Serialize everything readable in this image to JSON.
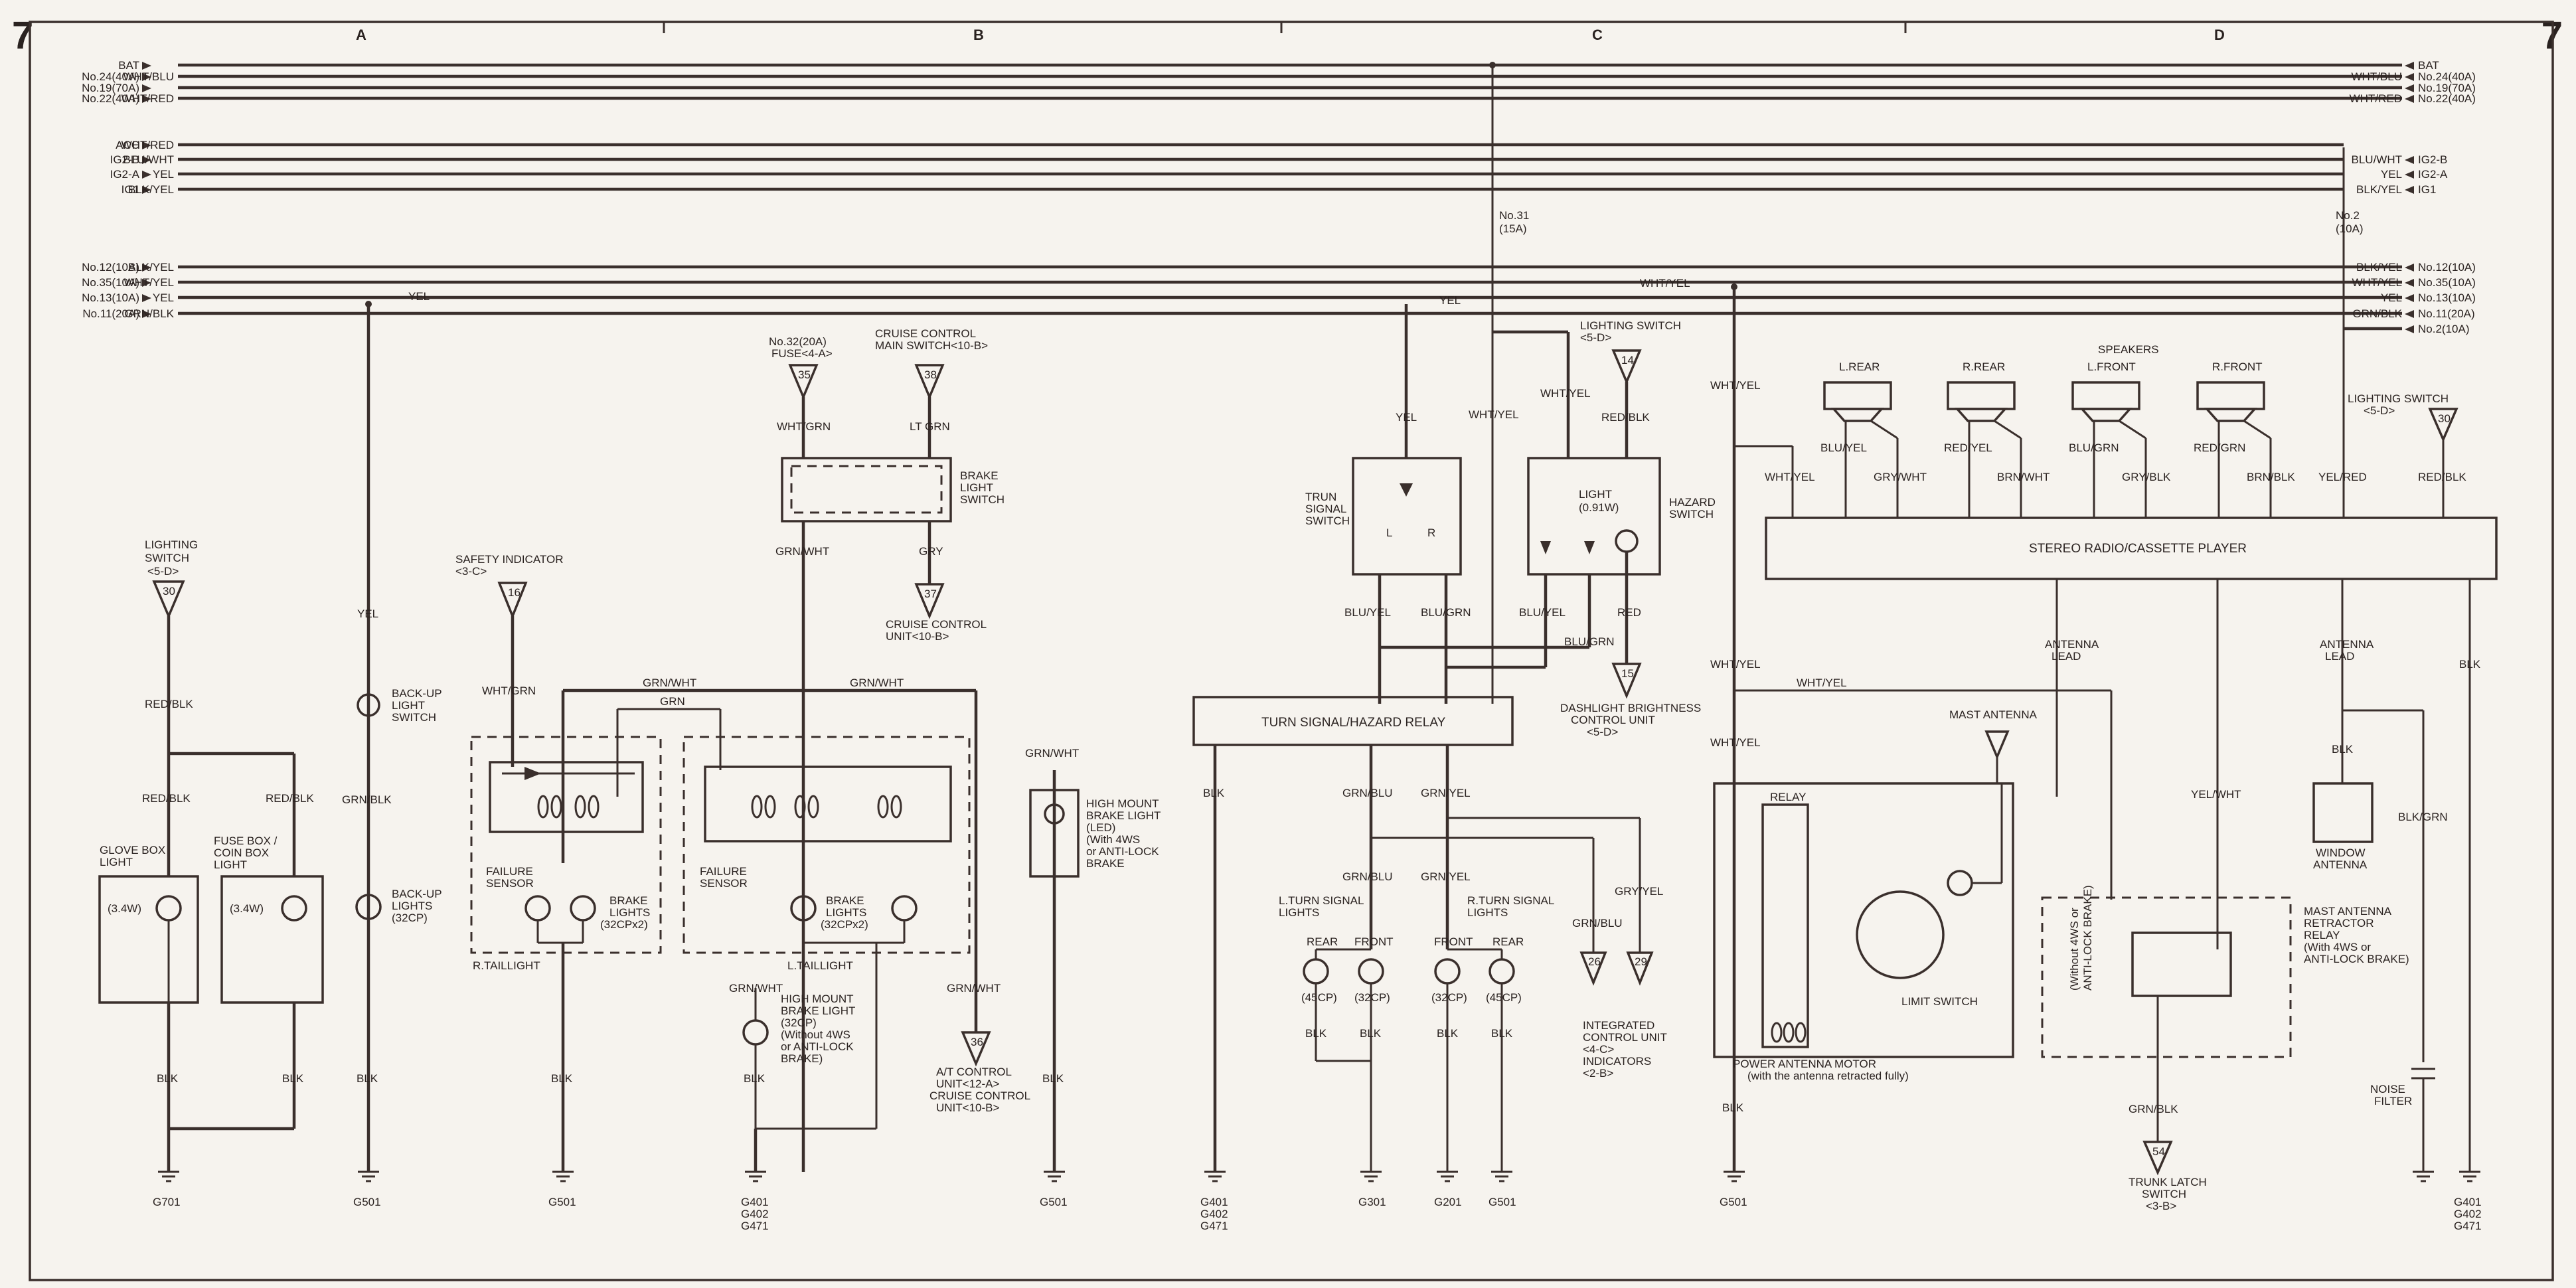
{
  "page_number": "7",
  "zones": [
    "A",
    "B",
    "C",
    "D"
  ],
  "bus_left": [
    {
      "label": "BAT",
      "color": ""
    },
    {
      "label": "No.24(40A)",
      "color": "WHT/BLU"
    },
    {
      "label": "No.19(70A)",
      "color": ""
    },
    {
      "label": "No.22(40A)",
      "color": "WHT/RED"
    },
    {
      "label": "ACC",
      "color": "WHT/RED"
    },
    {
      "label": "IG2-B",
      "color": "BLU/WHT"
    },
    {
      "label": "IG2-A",
      "color": "YEL"
    },
    {
      "label": "IG1",
      "color": "BLK/YEL"
    },
    {
      "label": "No.12(10A)",
      "color": "BLK/YEL"
    },
    {
      "label": "No.35(10A)",
      "color": "WHT/YEL"
    },
    {
      "label": "No.13(10A)",
      "color": "YEL"
    },
    {
      "label": "No.11(20A)",
      "color": "GRN/BLK"
    }
  ],
  "bus_right": [
    {
      "label": "BAT",
      "color": ""
    },
    {
      "label": "No.24(40A)",
      "color": "WHT/BLU"
    },
    {
      "label": "No.19(70A)",
      "color": ""
    },
    {
      "label": "No.22(40A)",
      "color": "WHT/RED"
    },
    {
      "label": "IG2-B",
      "color": "BLU/WHT"
    },
    {
      "label": "IG2-A",
      "color": "YEL"
    },
    {
      "label": "IG1",
      "color": "BLK/YEL"
    },
    {
      "label": "No.12(10A)",
      "color": "BLK/YEL"
    },
    {
      "label": "No.35(10A)",
      "color": "WHT/YEL"
    },
    {
      "label": "No.13(10A)",
      "color": "YEL"
    },
    {
      "label": "No.11(20A)",
      "color": "GRN/BLK"
    },
    {
      "label": "No.2(10A)",
      "color": ""
    }
  ],
  "fuses": {
    "no31_a": "No.31",
    "no31_b": "(15A)",
    "no2_a": "No.2",
    "no2_b": "(10A)"
  },
  "mid_labels": {
    "yel_a": "YEL",
    "yel_c": "YEL",
    "whtyel_c": "WHT/YEL"
  },
  "zone_a": {
    "lighting_switch": [
      "LIGHTING",
      "SWITCH",
      "<5-D>"
    ],
    "conn_30": "30",
    "red_blk_1": "RED/BLK",
    "red_blk_2": "RED/BLK",
    "red_blk_3": "RED/BLK",
    "glove_box": [
      "GLOVE BOX",
      "LIGHT"
    ],
    "glove_w": "(3.4W)",
    "fuse_box": [
      "FUSE BOX /",
      "COIN BOX",
      "LIGHT"
    ],
    "fuse_w": "(3.4W)",
    "blk_1": "BLK",
    "blk_2": "BLK",
    "blk_3": "BLK",
    "g701": "G701",
    "g501_a": "G501",
    "yel_v": "YEL",
    "grn_blk": "GRN/BLK",
    "backup_switch": [
      "BACK-UP",
      "LIGHT",
      "SWITCH"
    ],
    "backup_lights": [
      "BACK-UP",
      "LIGHTS",
      "(32CP)"
    ]
  },
  "zone_b": {
    "safety": [
      "SAFETY INDICATOR",
      "<3-C>"
    ],
    "conn_16": "16",
    "wht_grn": "WHT/GRN",
    "grn_wht_top": "GRN/WHT",
    "grn": "GRN",
    "grn_wht_mid": "GRN/WHT",
    "failure_r": [
      "FAILURE",
      "SENSOR"
    ],
    "brake_r": [
      "BRAKE",
      "LIGHTS",
      "(32CPx2)"
    ],
    "r_taillight": "R.TAILLIGHT",
    "failure_l": [
      "FAILURE",
      "SENSOR"
    ],
    "brake_l": [
      "BRAKE",
      "LIGHTS",
      "(32CPx2)"
    ],
    "l_taillight": "L.TAILLIGHT",
    "blk_r": "BLK",
    "g501_b": "G501",
    "fuse32": [
      "No.32(20A)",
      "FUSE<4-A>"
    ],
    "conn_35": "35",
    "cruise_main": [
      "CRUISE CONTROL",
      "MAIN SWITCH<10-B>"
    ],
    "conn_38": "38",
    "wht_grn_2": "WHT/GRN",
    "lt_grn": "LT GRN",
    "brake_switch": [
      "BRAKE",
      "LIGHT",
      "SWITCH"
    ],
    "grn_wht_3": "GRN/WHT",
    "gry": "GRY",
    "conn_37": "37",
    "cruise_unit": [
      "CRUISE CONTROL",
      "UNIT<10-B>"
    ],
    "grn_wht_4": "GRN/WHT",
    "hmbl": [
      "HIGH MOUNT",
      "BRAKE LIGHT",
      "(32CP)",
      "(Without 4WS",
      "or ANTI-LOCK",
      "BRAKE)"
    ],
    "blk_b2": "BLK",
    "g4_b": [
      "G401",
      "G402",
      "G471"
    ],
    "grn_wht_5": "GRN/WHT",
    "conn_36": "36",
    "at_unit": [
      "A/T CONTROL",
      "UNIT<12-A>",
      "CRUISE CONTROL",
      "UNIT<10-B>"
    ],
    "grn_wht_6": "GRN/WHT",
    "hmbl_led": [
      "HIGH MOUNT",
      "BRAKE LIGHT",
      "(LED)",
      "(With 4WS",
      "or ANTI-LOCK",
      "BRAKE"
    ],
    "blk_b3": "BLK",
    "g501_c": "G501"
  },
  "zone_c": {
    "yel": "YEL",
    "trun": [
      "TRUN",
      "SIGNAL",
      "SWITCH"
    ],
    "l": "L",
    "r": "R",
    "wht_yel_1": "WHT/YEL",
    "wht_yel_2": "WHT/YEL",
    "lighting_switch": [
      "LIGHTING SWITCH",
      "<5-D>"
    ],
    "conn_14": "14",
    "red_blk": "RED/BLK",
    "light": [
      "LIGHT",
      "(0.91W)"
    ],
    "hazard": [
      "HAZARD",
      "SWITCH"
    ],
    "red": "RED",
    "conn_15": "15",
    "blu_yel_1": "BLU/YEL",
    "blu_grn_1": "BLU/GRN",
    "blu_yel_2": "BLU/YEL",
    "blu_grn_2": "BLU/GRN",
    "dash": [
      "DASHLIGHT BRIGHTNESS",
      "CONTROL UNIT",
      "<5-D>"
    ],
    "relay": "TURN SIGNAL/HAZARD RELAY",
    "blk_c": "BLK",
    "g4_c": [
      "G401",
      "G402",
      "G471"
    ],
    "grn_blu_1": "GRN/BLU",
    "grn_yel_1": "GRN/YEL",
    "grn_blu_2": "GRN/BLU",
    "grn_yel_2": "GRN/YEL",
    "l_turn": [
      "L.TURN SIGNAL",
      "LIGHTS"
    ],
    "r_turn": [
      "R.TURN SIGNAL",
      "LIGHTS"
    ],
    "rear_l": "REAR",
    "front_l": "FRONT",
    "front_r": "FRONT",
    "rear_r": "REAR",
    "cp45_l": "(45CP)",
    "cp32_l": "(32CP)",
    "cp32_r": "(32CP)",
    "cp45_r": "(45CP)",
    "blk_1": "BLK",
    "blk_2": "BLK",
    "blk_3": "BLK",
    "blk_4": "BLK",
    "g301": "G301",
    "g201": "G201",
    "g501": "G501",
    "grn_blu_3": "GRN/BLU",
    "gry_yel": "GRY/YEL",
    "conn_26": "26",
    "conn_29": "29",
    "integ": [
      "INTEGRATED",
      "CONTROL UNIT",
      "<4-C>",
      "INDICATORS",
      "<2-B>"
    ]
  },
  "zone_d": {
    "wht_yel_1": "WHT/YEL",
    "wht_yel_2": "WHT/YEL",
    "wht_yel_3": "WHT/YEL",
    "wht_yel_4": "WHT/YEL",
    "wht_yel_5": "WHT/YEL",
    "speakers": "SPEAKERS",
    "l_rear": "L.REAR",
    "r_rear": "R.REAR",
    "l_front": "L.FRONT",
    "r_front": "R.FRONT",
    "spk_wires": [
      "BLU/YEL",
      "GRY/WHT",
      "RED/YEL",
      "BRN/WHT",
      "BLU/GRN",
      "GRY/BLK",
      "RED/GRN",
      "BRN/BLK"
    ],
    "yel_red": "YEL/RED",
    "lighting_switch": [
      "LIGHTING SWITCH",
      "<5-D>"
    ],
    "conn_30": "30",
    "red_blk": "RED/BLK",
    "stereo": "STEREO RADIO/CASSETTE PLAYER",
    "antenna_lead_1": [
      "ANTENNA",
      "LEAD"
    ],
    "antenna_lead_2": [
      "ANTENNA",
      "LEAD"
    ],
    "blk_1": "BLK",
    "blk_2": "BLK",
    "blk_grn": "BLK/GRN",
    "yel_wht": "YEL/WHT",
    "mast": "MAST ANTENNA",
    "relay": "RELAY",
    "limit": "LIMIT SWITCH",
    "motor": [
      "POWER ANTENNA MOTOR",
      "(with the antenna retracted fully)"
    ],
    "without": [
      "(Without 4WS or",
      "ANTI-LOCK BRAKE)"
    ],
    "retractor": [
      "MAST ANTENNA",
      "RETRACTOR",
      "RELAY",
      "(With 4WS or",
      "ANTI-LOCK BRAKE)"
    ],
    "window": [
      "WINDOW",
      "ANTENNA"
    ],
    "noise": [
      "NOISE",
      "FILTER"
    ],
    "blk_d": "BLK",
    "g501": "G501",
    "grn_blk": "GRN/BLK",
    "conn_54": "54",
    "trunk": [
      "TRUNK LATCH",
      "SWITCH",
      "<3-B>"
    ],
    "g4_d": [
      "G401",
      "G402",
      "G471"
    ]
  }
}
